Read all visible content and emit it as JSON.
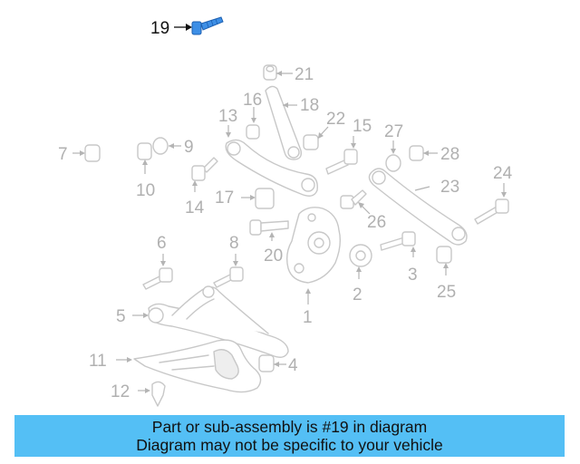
{
  "diagram": {
    "highlighted_part": "19",
    "callouts": {
      "c1": "1",
      "c2": "2",
      "c3": "3",
      "c4": "4",
      "c5": "5",
      "c6": "6",
      "c7": "7",
      "c8": "8",
      "c9": "9",
      "c10": "10",
      "c11": "11",
      "c12": "12",
      "c13": "13",
      "c14": "14",
      "c15": "15",
      "c16": "16",
      "c17": "17",
      "c18": "18",
      "c19": "19",
      "c20": "20",
      "c21": "21",
      "c22": "22",
      "c23": "23",
      "c24": "24",
      "c25": "25",
      "c26": "26",
      "c27": "27",
      "c28": "28"
    }
  },
  "banner": {
    "line1": "Part or sub-assembly is #19 in diagram",
    "line2": "Diagram may not be specific to your vehicle",
    "background_color": "#54bff5"
  },
  "colors": {
    "highlight_part": "#3d8fe6",
    "line_art": "#c8c8c8",
    "callout_text": "#b0b0b0"
  }
}
